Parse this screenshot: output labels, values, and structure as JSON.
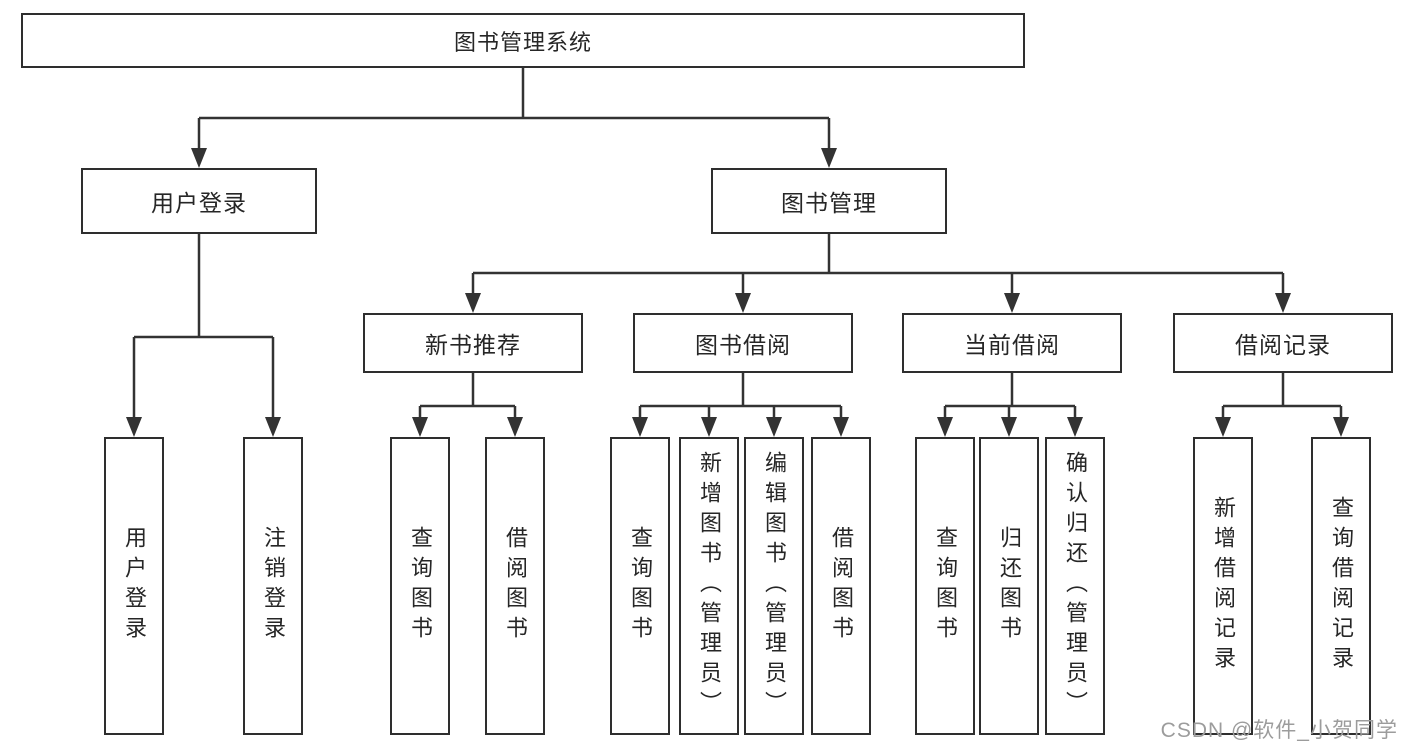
{
  "diagram": {
    "root": "图书管理系统",
    "level2": [
      "用户登录",
      "图书管理"
    ],
    "level3": [
      "新书推荐",
      "图书借阅",
      "当前借阅",
      "借阅记录"
    ],
    "leaves": [
      "用户登录",
      "注销登录",
      "查询图书",
      "借阅图书",
      "查询图书",
      "新增图书（管理员）",
      "编辑图书（管理员）",
      "借阅图书",
      "查询图书",
      "归还图书",
      "确认归还（管理员）",
      "新增借阅记录",
      "查询借阅记录"
    ],
    "hierarchy": {
      "图书管理系统": [
        "用户登录",
        "图书管理"
      ],
      "用户登录": [
        "用户登录",
        "注销登录"
      ],
      "图书管理": [
        "新书推荐",
        "图书借阅",
        "当前借阅",
        "借阅记录"
      ],
      "新书推荐": [
        "查询图书",
        "借阅图书"
      ],
      "图书借阅": [
        "查询图书",
        "新增图书（管理员）",
        "编辑图书（管理员）",
        "借阅图书"
      ],
      "当前借阅": [
        "查询图书",
        "归还图书",
        "确认归还（管理员）"
      ],
      "借阅记录": [
        "新增借阅记录",
        "查询借阅记录"
      ]
    }
  },
  "watermark": "CSDN @软件_小贺同学",
  "colors": {
    "line": "#333333",
    "box_border": "#2e2e2e",
    "text": "#262626",
    "watermark": "#9c9c9c",
    "background": "#ffffff"
  }
}
